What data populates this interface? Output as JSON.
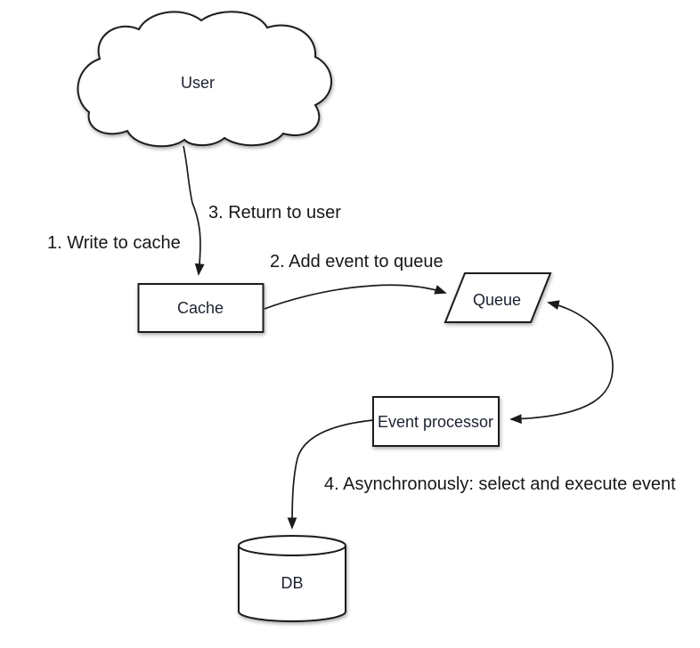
{
  "diagram": {
    "colors": {
      "background": "#ffffff",
      "line": "#1b1b1b",
      "shape_stroke": "#1c1c1c",
      "shape_fill": "#ffffff",
      "node_text": "#1c2130",
      "label_text": "#171717"
    },
    "nodes": {
      "user": {
        "label": "User",
        "shape": "cloud"
      },
      "cache": {
        "label": "Cache",
        "shape": "rectangle"
      },
      "queue": {
        "label": "Queue",
        "shape": "parallelogram"
      },
      "event_processor": {
        "label": "Event processor",
        "shape": "rectangle"
      },
      "db": {
        "label": "DB",
        "shape": "cylinder"
      }
    },
    "edges": [
      {
        "from": "user",
        "to": "cache",
        "label": "1. Write to cache"
      },
      {
        "from": "cache",
        "to": "queue",
        "label": "2. Add event to queue"
      },
      {
        "from": "cache",
        "to": "user",
        "label": "3. Return to user"
      },
      {
        "from": "queue",
        "to": "event_processor",
        "label": "",
        "bidirectional": true
      },
      {
        "from": "event_processor",
        "to": "db",
        "label": "4. Asynchronously: select and execute event"
      }
    ]
  }
}
